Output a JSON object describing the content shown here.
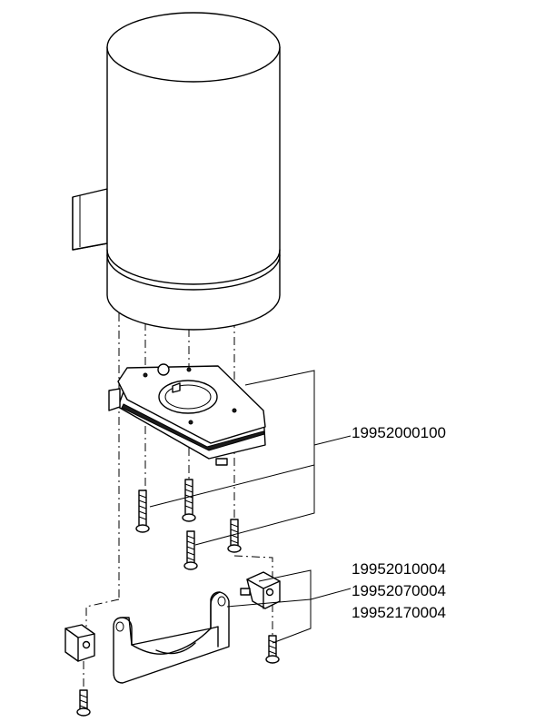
{
  "part_numbers": {
    "mount_assembly": "19952000100",
    "bracket_part_a": "19952010004",
    "bracket_part_b": "19952070004",
    "bracket_part_c": "19952170004"
  }
}
